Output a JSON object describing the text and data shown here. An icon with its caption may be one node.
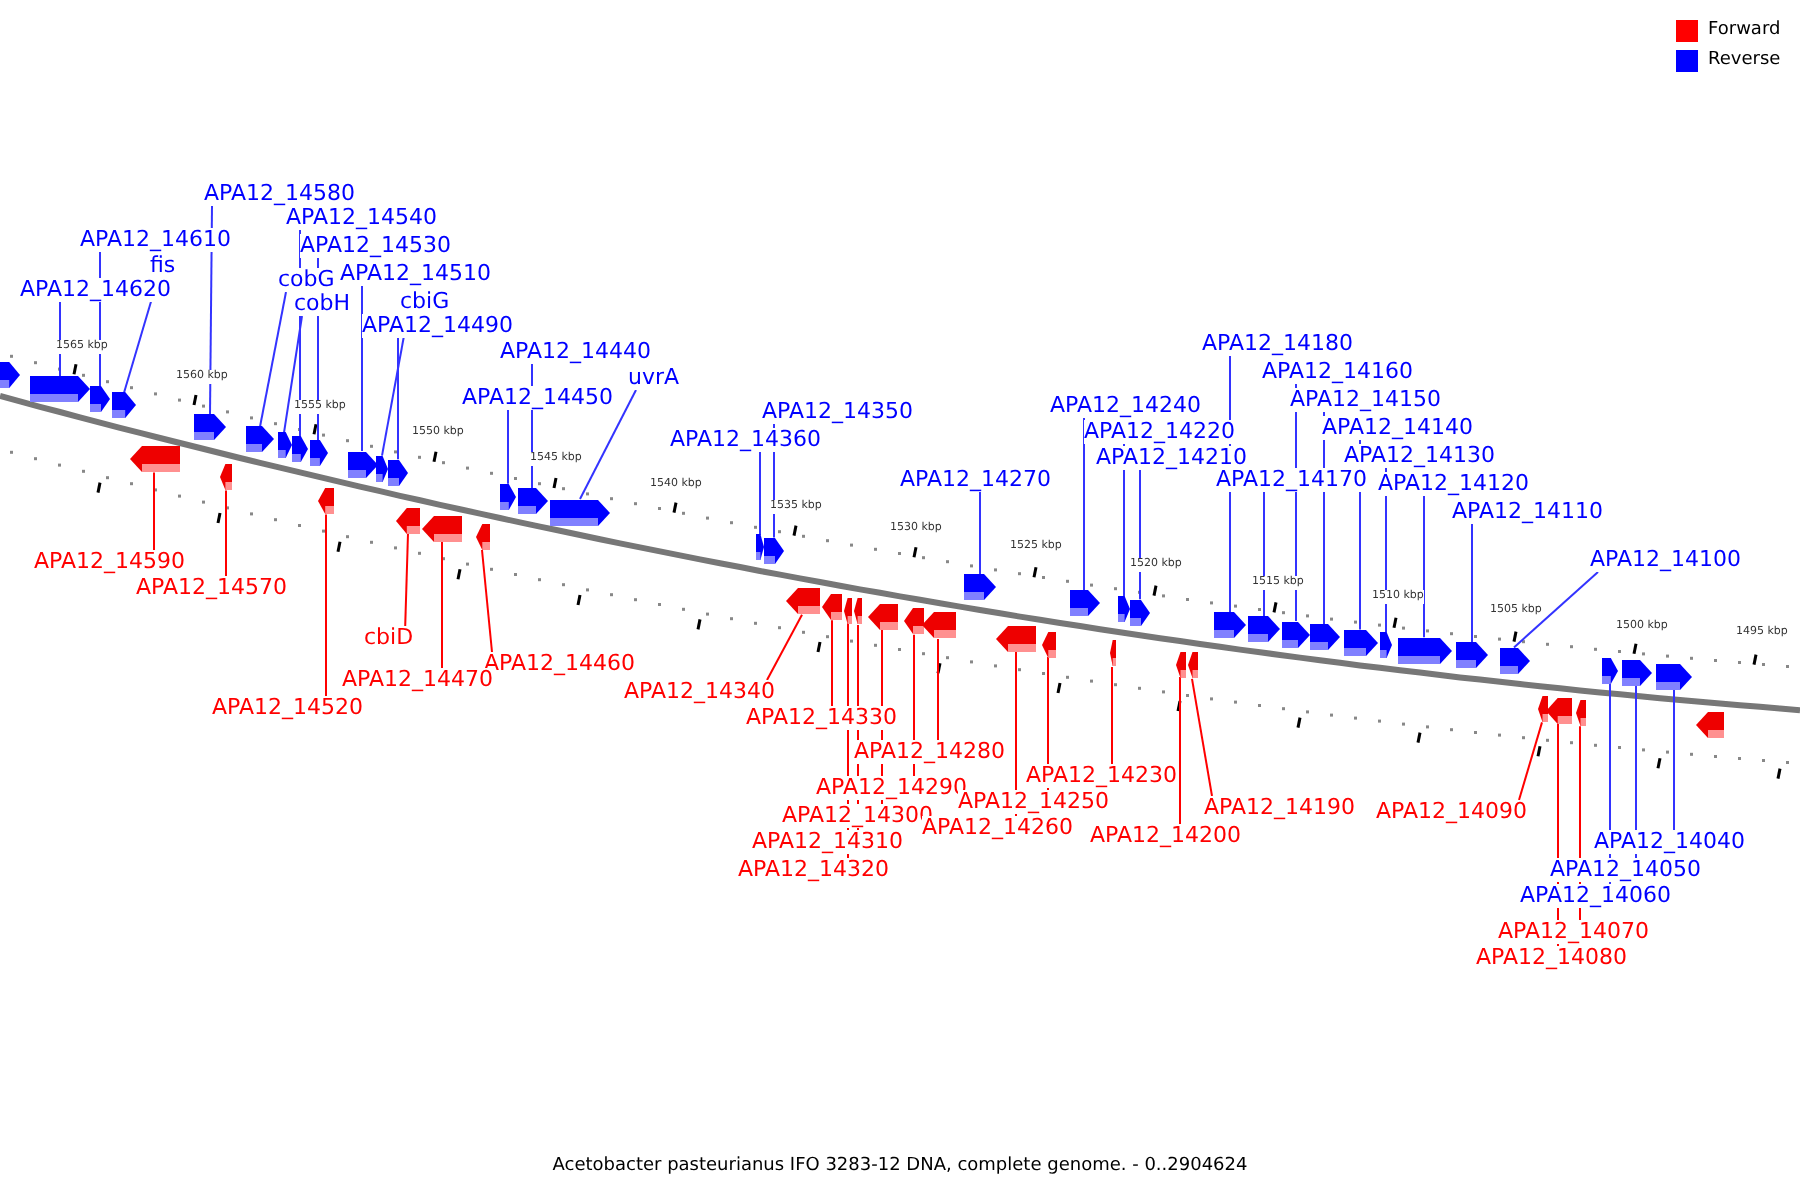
{
  "diagram": {
    "caption": "Acetobacter pasteurianus IFO 3283-12 DNA, complete genome. - 0..2904624",
    "nodes": [
      {
        "text": [
          "APA12_14620"
        ]
      },
      {
        "text": [
          "APA12_14610"
        ]
      },
      {
        "text": [
          "fis"
        ]
      },
      {
        "text": [
          "APA12_14580"
        ]
      },
      {
        "text": [
          "APA12_14540"
        ]
      },
      {
        "text": [
          "APA12_14530"
        ]
      },
      {
        "text": [
          "cobG"
        ]
      },
      {
        "text": [
          "cobH"
        ]
      },
      {
        "text": [
          "APA12_14510"
        ]
      },
      {
        "text": [
          "cbiG"
        ]
      },
      {
        "text": [
          "APA12_14490"
        ]
      },
      {
        "text": [
          "APA12_14440"
        ]
      },
      {
        "text": [
          "APA12_14450"
        ]
      },
      {
        "text": [
          "uvrA"
        ]
      },
      {
        "text": [
          "APA12_14350"
        ]
      },
      {
        "text": [
          "APA12_14360"
        ]
      },
      {
        "text": [
          "APA12_14270"
        ]
      },
      {
        "text": [
          "APA12_14240"
        ]
      },
      {
        "text": [
          "APA12_14220"
        ]
      },
      {
        "text": [
          "APA12_14210"
        ]
      },
      {
        "text": [
          "APA12_14180"
        ]
      },
      {
        "text": [
          "APA12_14160"
        ]
      },
      {
        "text": [
          "APA12_14150"
        ]
      },
      {
        "text": [
          "APA12_14140"
        ]
      },
      {
        "text": [
          "APA12_14130"
        ]
      },
      {
        "text": [
          "APA12_14170"
        ]
      },
      {
        "text": [
          "APA12_14120"
        ]
      },
      {
        "text": [
          "APA12_14110"
        ]
      },
      {
        "text": [
          "APA12_14100"
        ]
      },
      {
        "text": [
          "APA12_14040"
        ]
      },
      {
        "text": [
          "APA12_14050"
        ]
      },
      {
        "text": [
          "APA12_14060"
        ]
      },
      {
        "text": [
          "APA12_14590"
        ]
      },
      {
        "text": [
          "APA12_14570"
        ]
      },
      {
        "text": [
          "cbiD"
        ]
      },
      {
        "text": [
          "APA12_14460"
        ]
      },
      {
        "text": [
          "APA12_14470"
        ]
      },
      {
        "text": [
          "APA12_14340"
        ]
      },
      {
        "text": [
          "APA12_14520"
        ]
      },
      {
        "text": [
          "APA12_14330"
        ]
      },
      {
        "text": [
          "APA12_14280"
        ]
      },
      {
        "text": [
          "APA12_14230"
        ]
      },
      {
        "text": [
          "APA12_14290"
        ]
      },
      {
        "text": [
          "APA12_14250"
        ]
      },
      {
        "text": [
          "APA12_14190"
        ]
      },
      {
        "text": [
          "APA12_14090"
        ]
      },
      {
        "text": [
          "APA12_14300"
        ]
      },
      {
        "text": [
          "APA12_14260"
        ]
      },
      {
        "text": [
          "APA12_14200"
        ]
      },
      {
        "text": [
          "APA12_14310"
        ]
      },
      {
        "text": [
          "APA12_14320"
        ]
      },
      {
        "text": [
          "APA12_14070"
        ]
      },
      {
        "text": [
          "APA12_14080"
        ]
      },
      {
        "text": [],
        "shape": "arrow"
      },
      {
        "text": [],
        "shape": "arrow"
      },
      {
        "text": [],
        "shape": "arrow"
      },
      {
        "text": [],
        "shape": "arrow"
      },
      {
        "text": [],
        "shape": "arrow"
      },
      {
        "text": [],
        "shape": "arrow"
      },
      {
        "text": [],
        "shape": "arrow"
      },
      {
        "text": [],
        "shape": "arrow"
      },
      {
        "text": [],
        "shape": "arrow"
      },
      {
        "text": [],
        "shape": "arrow"
      },
      {
        "text": [],
        "shape": "arrow"
      },
      {
        "text": [],
        "shape": "arrow"
      },
      {
        "text": [],
        "shape": "arrow"
      },
      {
        "text": [],
        "shape": "arrow"
      },
      {
        "text": [],
        "shape": "arrow"
      },
      {
        "text": [],
        "shape": "arrow"
      },
      {
        "text": [],
        "shape": "arrow"
      },
      {
        "text": [],
        "shape": "arrow"
      },
      {
        "text": [],
        "shape": "arrow"
      },
      {
        "text": [],
        "shape": "arrow"
      },
      {
        "text": [],
        "shape": "arrow"
      },
      {
        "text": [],
        "shape": "arrow"
      },
      {
        "text": [],
        "shape": "arrow"
      },
      {
        "text": [],
        "shape": "arrow"
      },
      {
        "text": [],
        "shape": "arrow"
      },
      {
        "text": [],
        "shape": "arrow"
      },
      {
        "text": [],
        "shape": "arrow"
      },
      {
        "text": [],
        "shape": "arrow"
      },
      {
        "text": [],
        "shape": "arrow"
      },
      {
        "text": [],
        "shape": "arrow"
      },
      {
        "text": [],
        "shape": "arrow"
      },
      {
        "text": [],
        "shape": "arrow"
      },
      {
        "text": [],
        "shape": "arrow"
      },
      {
        "text": [],
        "shape": "arrow"
      },
      {
        "text": [],
        "shape": "arrow"
      },
      {
        "text": [],
        "shape": "arrow"
      },
      {
        "text": [],
        "shape": "arrow"
      },
      {
        "text": [],
        "shape": "arrow"
      },
      {
        "text": [],
        "shape": "arrow"
      },
      {
        "text": [],
        "shape": "arrow"
      },
      {
        "text": [],
        "shape": "arrow"
      },
      {
        "text": [],
        "shape": "arrow"
      },
      {
        "text": [],
        "shape": "arrow"
      },
      {
        "text": [],
        "shape": "arrow"
      },
      {
        "text": [],
        "shape": "arrow"
      },
      {
        "text": [],
        "shape": "arrow"
      },
      {
        "text": [],
        "shape": "arrow"
      },
      {
        "text": [],
        "shape": "arrow"
      },
      {
        "text": [],
        "shape": "arrow"
      },
      {
        "text": [],
        "shape": "arrow"
      },
      {
        "text": [],
        "shape": "arrow"
      },
      {
        "text": [],
        "shape": "arrow"
      },
      {
        "text": [],
        "shape": "arrow"
      },
      {
        "text": [],
        "shape": "arrow"
      },
      {
        "text": [],
        "shape": "arrow"
      }
    ],
    "edges": [
      {
        "from": 0,
        "to": 54,
        "arrow": "none"
      },
      {
        "from": 1,
        "to": 55,
        "arrow": "none"
      },
      {
        "from": 2,
        "to": 56,
        "arrow": "none"
      },
      {
        "from": 3,
        "to": 58,
        "arrow": "none"
      },
      {
        "from": 4,
        "to": 62,
        "arrow": "none"
      },
      {
        "from": 5,
        "to": 63,
        "arrow": "none"
      },
      {
        "from": 6,
        "to": 60,
        "arrow": "none"
      },
      {
        "from": 7,
        "to": 61,
        "arrow": "none"
      },
      {
        "from": 8,
        "to": 65,
        "arrow": "none"
      },
      {
        "from": 9,
        "to": 66,
        "arrow": "none"
      },
      {
        "from": 10,
        "to": 67,
        "arrow": "none"
      },
      {
        "from": 11,
        "to": 72,
        "arrow": "none"
      },
      {
        "from": 12,
        "to": 71,
        "arrow": "none"
      },
      {
        "from": 13,
        "to": 73,
        "arrow": "none"
      },
      {
        "from": 14,
        "to": 75,
        "arrow": "none"
      },
      {
        "from": 15,
        "to": 74,
        "arrow": "none"
      },
      {
        "from": 16,
        "to": 83,
        "arrow": "none"
      },
      {
        "from": 17,
        "to": 86,
        "arrow": "none"
      },
      {
        "from": 18,
        "to": 88,
        "arrow": "none"
      },
      {
        "from": 19,
        "to": 89,
        "arrow": "none"
      },
      {
        "from": 20,
        "to": 92,
        "arrow": "none"
      },
      {
        "from": 21,
        "to": 94,
        "arrow": "none"
      },
      {
        "from": 22,
        "to": 95,
        "arrow": "none"
      },
      {
        "from": 23,
        "to": 96,
        "arrow": "none"
      },
      {
        "from": 24,
        "to": 97,
        "arrow": "none"
      },
      {
        "from": 25,
        "to": 93,
        "arrow": "none"
      },
      {
        "from": 26,
        "to": 98,
        "arrow": "none"
      },
      {
        "from": 27,
        "to": 99,
        "arrow": "none"
      },
      {
        "from": 28,
        "to": 100,
        "arrow": "none"
      },
      {
        "from": 29,
        "to": 106,
        "arrow": "none"
      },
      {
        "from": 30,
        "to": 105,
        "arrow": "none"
      },
      {
        "from": 31,
        "to": 104,
        "arrow": "none"
      },
      {
        "from": 32,
        "to": 57,
        "arrow": "none",
        "color": "#ff0000"
      },
      {
        "from": 33,
        "to": 59,
        "arrow": "none",
        "color": "#ff0000"
      },
      {
        "from": 34,
        "to": 68,
        "arrow": "none",
        "color": "#ff0000"
      },
      {
        "from": 35,
        "to": 70,
        "arrow": "none",
        "color": "#ff0000"
      },
      {
        "from": 36,
        "to": 69,
        "arrow": "none",
        "color": "#ff0000"
      },
      {
        "from": 37,
        "to": 76,
        "arrow": "none",
        "color": "#ff0000"
      },
      {
        "from": 38,
        "to": 64,
        "arrow": "none",
        "color": "#ff0000"
      },
      {
        "from": 39,
        "to": 77,
        "arrow": "none",
        "color": "#ff0000"
      },
      {
        "from": 40,
        "to": 82,
        "arrow": "none",
        "color": "#ff0000"
      },
      {
        "from": 41,
        "to": 87,
        "arrow": "none",
        "color": "#ff0000"
      },
      {
        "from": 42,
        "to": 81,
        "arrow": "none",
        "color": "#ff0000"
      },
      {
        "from": 43,
        "to": 85,
        "arrow": "none",
        "color": "#ff0000"
      },
      {
        "from": 44,
        "to": 91,
        "arrow": "none",
        "color": "#ff0000"
      },
      {
        "from": 45,
        "to": 101,
        "arrow": "none",
        "color": "#ff0000"
      },
      {
        "from": 46,
        "to": 80,
        "arrow": "none",
        "color": "#ff0000"
      },
      {
        "from": 47,
        "to": 84,
        "arrow": "none",
        "color": "#ff0000"
      },
      {
        "from": 48,
        "to": 90,
        "arrow": "none",
        "color": "#ff0000"
      },
      {
        "from": 49,
        "to": 79,
        "arrow": "none",
        "color": "#ff0000"
      },
      {
        "from": 50,
        "to": 78,
        "arrow": "none",
        "color": "#ff0000"
      },
      {
        "from": 51,
        "to": 103,
        "arrow": "none",
        "color": "#ff0000"
      },
      {
        "from": 52,
        "to": 102,
        "arrow": "none",
        "color": "#ff0000"
      }
    ],
    "labels": [
      "1565 kbp",
      "1560 kbp",
      "1555 kbp",
      "1550 kbp",
      "1545 kbp",
      "1540 kbp",
      "1535 kbp",
      "1530 kbp",
      "1525 kbp",
      "1520 kbp",
      "1515 kbp",
      "1510 kbp",
      "1505 kbp",
      "1500 kbp",
      "1495 kbp"
    ],
    "legend": [
      {
        "text": "Forward",
        "color": "#ff0000"
      },
      {
        "text": "Reverse",
        "color": "#0000ff"
      }
    ]
  }
}
